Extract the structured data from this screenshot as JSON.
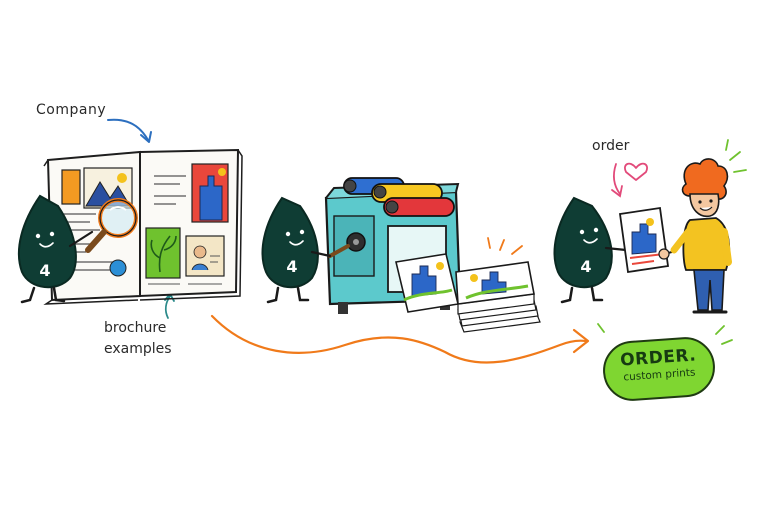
{
  "labels": {
    "company": "Company",
    "brochure_line1": "brochure",
    "brochure_line2": "examples",
    "order": "order"
  },
  "mascot_badge": "4",
  "order_badge": {
    "title": "ORDER.",
    "subtitle": "custom prints"
  },
  "icons": {
    "magnifier": "magnifier-icon",
    "heart": "heart-icon",
    "printer": "printing-press-icon"
  },
  "colors": {
    "mascot": "#0f3d34",
    "arrow_orange": "#f07a1a",
    "arrow_blue": "#2c6fbf",
    "badge_green": "#7fd631",
    "press_teal": "#5cc9cc"
  }
}
